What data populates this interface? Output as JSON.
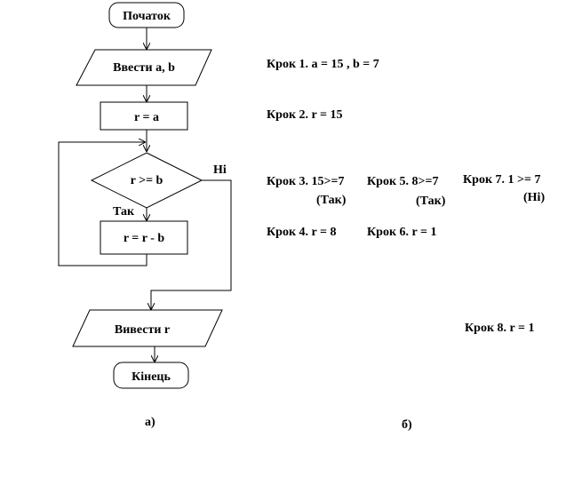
{
  "flowchart": {
    "start": "Початок",
    "input": "Ввести  a, b",
    "assign": "r = a",
    "condition": "r >=  b",
    "yes_label": "Так",
    "no_label": "Ні",
    "subtract": "r = r -  b",
    "output": "Вивести    r",
    "end": "Кінець"
  },
  "captions": {
    "a": "а)",
    "b": "б)"
  },
  "steps": {
    "s1": "Крок 1. a = 15 ,  b = 7",
    "s2": "Крок 2. r = 15",
    "s3": "Крок 3. 15>=7",
    "s3_note": "(Так)",
    "s5": "Крок 5. 8>=7",
    "s5_note": "(Так)",
    "s7": "Крок 7. 1 >= 7",
    "s7_note": "(Ні)",
    "s4": "Крок 4.  r = 8",
    "s6": "Крок 6. r = 1",
    "s8": "Крок 8. r = 1"
  }
}
